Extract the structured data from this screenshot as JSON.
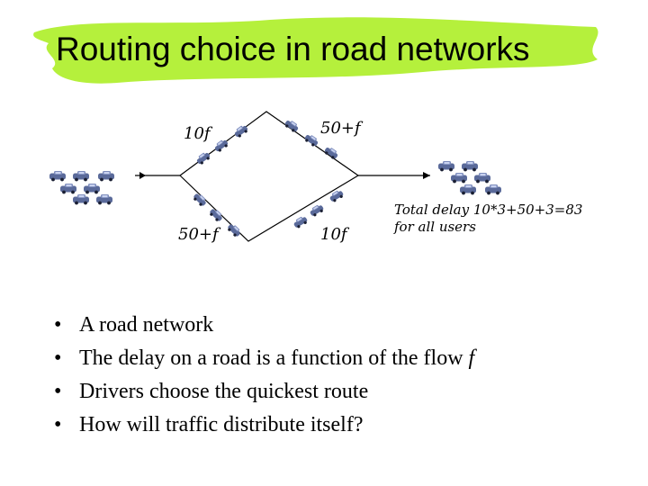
{
  "title": "Routing choice in road networks",
  "edge_labels": {
    "upper_left": "10f",
    "upper_right": "50+f",
    "lower_left": "50+f",
    "lower_right": "10f"
  },
  "note": {
    "line1": "Total delay 10*3+50+3=83",
    "line2": "for all users"
  },
  "bullets": [
    {
      "text": "A road network"
    },
    {
      "text": "The delay on a road is a function of the flow ",
      "var": "f"
    },
    {
      "text": "Drivers choose the quickest route"
    },
    {
      "text": "How will traffic distribute itself?"
    }
  ],
  "bullet_symbol": "•",
  "colors": {
    "title_highlight": "#b5f03c",
    "car_fill": "#5a6a9a",
    "car_light": "#aebbe0",
    "line": "#000000"
  },
  "icons": [
    "car-icon",
    "arrow-icon"
  ]
}
